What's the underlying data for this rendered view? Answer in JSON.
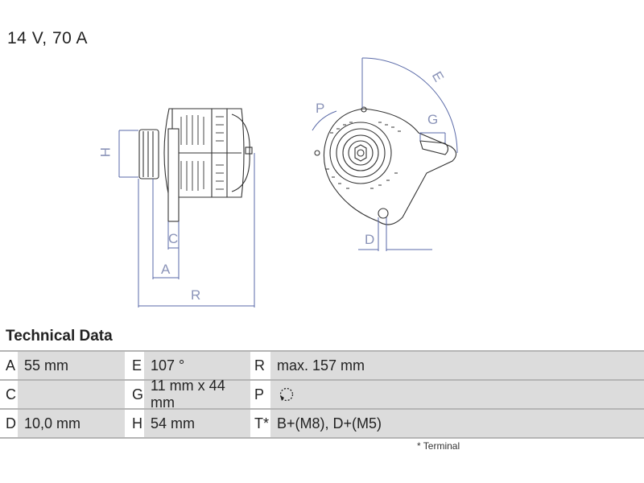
{
  "title": "14 V, 70 A",
  "drawing": {
    "labels": {
      "H": "H",
      "C": "C",
      "A": "A",
      "R": "R",
      "P": "P",
      "E": "E",
      "G": "G",
      "D": "D"
    },
    "dimension_color": "#5a6aa8"
  },
  "technical_data": {
    "heading": "Technical Data",
    "rows": [
      [
        {
          "key": "A",
          "value": "55 mm"
        },
        {
          "key": "E",
          "value": "107 °"
        },
        {
          "key": "R",
          "value": "max. 157 mm"
        }
      ],
      [
        {
          "key": "C",
          "value": ""
        },
        {
          "key": "G",
          "value": "11 mm x 44 mm"
        },
        {
          "key": "P",
          "value": "",
          "icon": "rotation-direction-icon"
        }
      ],
      [
        {
          "key": "D",
          "value": "10,0 mm"
        },
        {
          "key": "H",
          "value": "54 mm"
        },
        {
          "key": "T*",
          "value": "B+(M8), D+(M5)"
        }
      ]
    ],
    "footnote": "* Terminal"
  }
}
